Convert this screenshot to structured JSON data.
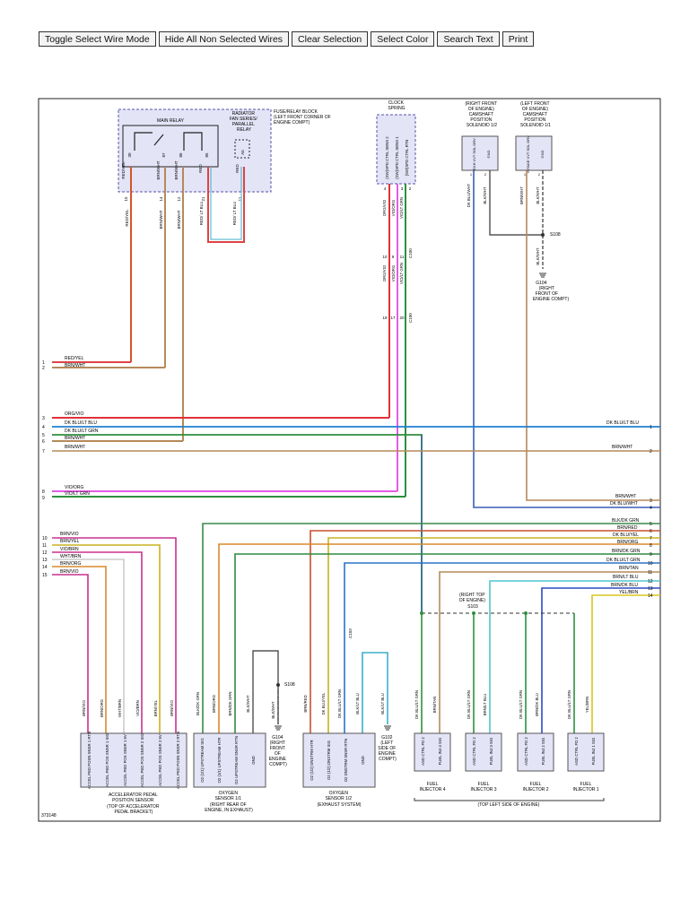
{
  "toolbar": {
    "buttons": [
      {
        "id": "toggle-select-wire-mode",
        "label": "Toggle Select Wire Mode"
      },
      {
        "id": "hide-all-non-selected-wires",
        "label": "Hide All Non Selected Wires"
      },
      {
        "id": "clear-selection",
        "label": "Clear Selection"
      },
      {
        "id": "select-color",
        "label": "Select Color"
      },
      {
        "id": "search-text",
        "label": "Search Text"
      },
      {
        "id": "print",
        "label": "Print"
      }
    ]
  },
  "diagram": {
    "fig_id": "373148",
    "fuse_block": {
      "title": "FUSE/RELAY BLOCK",
      "subtitle": "(LEFT FRONT CORNER OF",
      "subtitle2": "ENGINE COMPT)"
    },
    "main_relay": {
      "label": "MAIN RELAY"
    },
    "fan_relay": {
      "l1": "RADIATOR",
      "l2": "FAN SERIES/",
      "l3": "PARALLEL",
      "l4": "RELAY"
    },
    "clock_spring": {
      "l1": "CLOCK",
      "l2": "SPRING"
    },
    "cam_rf": {
      "l1": "(RIGHT FRONT",
      "l2": "OF ENGINE)",
      "l3": "CAMSHAFT",
      "l4": "POSITION",
      "l5": "SOLENOID 1/2"
    },
    "cam_lf": {
      "l1": "(LEFT FRONT",
      "l2": "OF ENGINE)",
      "l3": "CAMSHAFT",
      "l4": "POSITION",
      "l5": "SOLENOID 1/1"
    },
    "s108_top": "S108",
    "g104_top": {
      "l1": "G104",
      "l2": "(RIGHT",
      "l3": "FRONT OF",
      "l4": "ENGINE COMPT)"
    },
    "s103": {
      "l1": "(RIGHT TOP",
      "l2": "OF ENGINE)",
      "l3": "S103"
    },
    "s108_bottom": "S108",
    "g104_bottom": {
      "l1": "G104",
      "l2": "(RIGHT",
      "l3": "FRONT",
      "l4": "OF",
      "l5": "ENGINE",
      "l6": "COMPT)"
    },
    "g102": {
      "l1": "G102",
      "l2": "(LEFT",
      "l3": "SIDE OF",
      "l4": "ENGINE",
      "l5": "COMPT)"
    },
    "app_sensor": {
      "l1": "ACCELERATOR PEDAL",
      "l2": "POSITION SENSOR",
      "l3": "(TOP OF ACCELERATOR",
      "l4": "PEDAL BRACKET)"
    },
    "o2_11": {
      "l1": "OXYGEN",
      "l2": "SENSOR 1/1",
      "l3": "(RIGHT REAR OF",
      "l4": "ENGINE, IN EXHAUST)"
    },
    "o2_12": {
      "l1": "OXYGEN",
      "l2": "SENSOR 1/2",
      "l3": "(EXHAUST SYSTEM)"
    },
    "inj4": {
      "l1": "FUEL",
      "l2": "INJECTOR 4"
    },
    "inj3": {
      "l1": "FUEL",
      "l2": "INJECTOR 3"
    },
    "inj2": {
      "l1": "FUEL",
      "l2": "INJECTOR 2"
    },
    "inj1": {
      "l1": "FUEL",
      "l2": "INJECTOR 1"
    },
    "injectors_note": "(TOP LEFT SIDE OF ENGINE)",
    "connectors": {
      "c100a": "C100",
      "c100b": "C100",
      "c103": "C103"
    },
    "left_wires": [
      {
        "n": "1",
        "label": "RED/YEL"
      },
      {
        "n": "2",
        "label": "BRN/WHT"
      },
      {
        "n": "3",
        "label": "ORG/VIO"
      },
      {
        "n": "4",
        "label": "DK BLU/LT BLU"
      },
      {
        "n": "5",
        "label": "DK BLU/LT GRN"
      },
      {
        "n": "6",
        "label": "BRN/WHT"
      },
      {
        "n": "7",
        "label": "BRN/WHT"
      },
      {
        "n": "8",
        "label": "VIO/ORG"
      },
      {
        "n": "9",
        "label": "VIO/LT GRN"
      },
      {
        "n": "10",
        "label": "BRN/VIO"
      },
      {
        "n": "11",
        "label": "BRN/YEL"
      },
      {
        "n": "12",
        "label": "VIO/BRN"
      },
      {
        "n": "13",
        "label": "WHT/BRN"
      },
      {
        "n": "14",
        "label": "BRN/ORG"
      },
      {
        "n": "15",
        "label": "BRN/VIO"
      }
    ],
    "right_wires": [
      {
        "n": "1",
        "label": "DK BLU/LT BLU"
      },
      {
        "n": "2",
        "label": "BRN/WHT"
      },
      {
        "n": "3",
        "label": "BRN/WHT"
      },
      {
        "n": "4",
        "label": "DK BLU/WHT"
      },
      {
        "n": "5",
        "label": "BLK/DK GRN"
      },
      {
        "n": "6",
        "label": "BRN/RED"
      },
      {
        "n": "7",
        "label": "DK BLU/YEL"
      },
      {
        "n": "8",
        "label": "BRN/ORG"
      },
      {
        "n": "9",
        "label": "BRN/DK GRN"
      },
      {
        "n": "10",
        "label": "DK BLU/LT GRN"
      },
      {
        "n": "11",
        "label": "BRN/TAN"
      },
      {
        "n": "12",
        "label": "BRN/LT BLU"
      },
      {
        "n": "13",
        "label": "BRN/DK BLU"
      },
      {
        "n": "14",
        "label": "YEL/BRN"
      }
    ],
    "vertical_labels": {
      "relay_a": "RED/YEL",
      "relay_b": "BRN/WHT",
      "relay_c": "BRN/WHT",
      "relay_d": "RED",
      "relay_e": "RED",
      "relay_f": "RED/ LT BLU",
      "relay_g": "RED/ LT BLU",
      "cs_a": "ORG/VIO",
      "cs_b": "VIO/ORG",
      "cs_c": "VIO/LT GRN",
      "cs_d": "ORG/VIO",
      "cs_e": "VIO/ORG",
      "cs_f": "VIO/LT GRN",
      "cam_a": "DK BLU/WHT",
      "cam_b": "BLK/WHT",
      "cam_c": "BRN/WHT",
      "cam_d": "BLK/WHT",
      "cam_e": "BLK/WHT",
      "app_a": "BRN/VIO",
      "app_b": "BRN/ORG",
      "app_c": "WHT/BRN",
      "app_d": "VIO/BRN",
      "app_e": "BRN/YEL",
      "app_f": "BRN/VIO",
      "o2a": "BLK/DK GRN",
      "o2b": "BRN/ORG",
      "o2c": "BRN/DK GRN",
      "o2d": "BLK/WHT",
      "o2e": "BLK/WHT",
      "o2f": "BRN/RED",
      "o2g": "DK BLU/YEL",
      "o2h": "DK BLU/LT GRN",
      "o2i": "BLK/LT BLU",
      "o2j": "BLK/LT BLU",
      "i4a": "DK BLU/LT GRN",
      "i4b": "BRN/TAN",
      "i3a": "DK BLU/LT GRN",
      "i3b": "BRN/LT BLU",
      "i2a": "DK BLU/LT GRN",
      "i2b": "BRN/DK BLU",
      "i1a": "DK BLU/LT GRN",
      "i1b": "YEL/BRN"
    },
    "pins": {
      "relay_30": "30",
      "relay_87": "87",
      "relay_86": "86",
      "relay_85": "85",
      "relay_a5": "A5",
      "c15": "15",
      "c14": "14",
      "c12": "12",
      "c21": "21",
      "c11": "11",
      "cs4": "4",
      "cs3": "3",
      "cs2": "2",
      "cs10": "10",
      "cs9": "9",
      "cs11": "11",
      "cs19": "19",
      "cs17": "17",
      "cs20": "20",
      "cam1": "1",
      "cam2": "2",
      "camb1": "1",
      "camb2": "2"
    },
    "terminal_texts": {
      "cs_t1": "(SW)SPD CTRL SENS 2",
      "cs_t2": "(SW)SPD CTRL SENS 1",
      "cs_t3": "(SW)SPD CTRL RTN",
      "cam_t1": "EXH VVT SOL DRV",
      "cam_t2": "GND",
      "camb_t1": "INTAKE VVT SOL DRV",
      "camb_t2": "GND",
      "app_t1": "ACCEL PED POSN SNSR 1 RTN",
      "app_t2": "ACCEL PED POS SNSR 1 SIG",
      "app_t3": "ACCEL PED POS SNSR 1 5V",
      "app_t4": "ACCEL PED POS SNSR 2 SIG",
      "app_t5": "ACCEL PED POS SNSR 2 5V",
      "app_t6": "ACCEL PED POSN SNSR 2 RTN",
      "o2_t1": "O2 (1/1) UPSTREAM SIG",
      "o2_t2": "O2 (1/1) UPSTREAM HTR",
      "o2_t3": "O2 UPSTREAM SNSR RTN",
      "o2_t4": "GND",
      "o2b_t1": "O2 (1/2) DNSTRM HTR",
      "o2b_t2": "O2 (1/2) DNSTRM SIG",
      "o2b_t3": "O2 DNSTRM SNSR RTN",
      "o2b_t4": "GND",
      "inj_t1": "ASD CTRL FD 2",
      "inj4_t2": "FUEL INJ 4 SIG",
      "inj3_t2": "FUEL INJ 3 SIG",
      "inj2_t2": "FUEL INJ 2 SIG",
      "inj1_t2": "FUEL INJ 1 SIG"
    }
  }
}
